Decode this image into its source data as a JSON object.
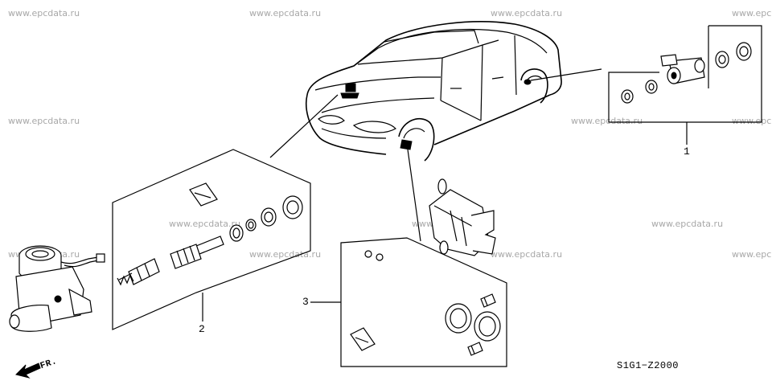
{
  "watermarks": [
    {
      "text": "www.epcdata.ru"
    },
    {
      "text": "www.epcdata.ru"
    },
    {
      "text": "www.epcdata.ru"
    },
    {
      "text": "www.epc"
    },
    {
      "text": "www.epcdata.ru"
    },
    {
      "text": "www.epcdata.ru"
    },
    {
      "text": "www.epcdata.ru"
    },
    {
      "text": "www.epcdata.ru"
    },
    {
      "text": "www.epc"
    },
    {
      "text": "www.epcdata.ru"
    },
    {
      "text": "www.epcdata.ru"
    },
    {
      "text": "www.epcdata.ru"
    },
    {
      "text": "www.epcdata.ru"
    },
    {
      "text": "www.epc"
    }
  ],
  "callouts": {
    "one": "1",
    "two": "2",
    "three": "3"
  },
  "front_arrow": "FR.",
  "diagram_code": "S1G1−Z2000"
}
